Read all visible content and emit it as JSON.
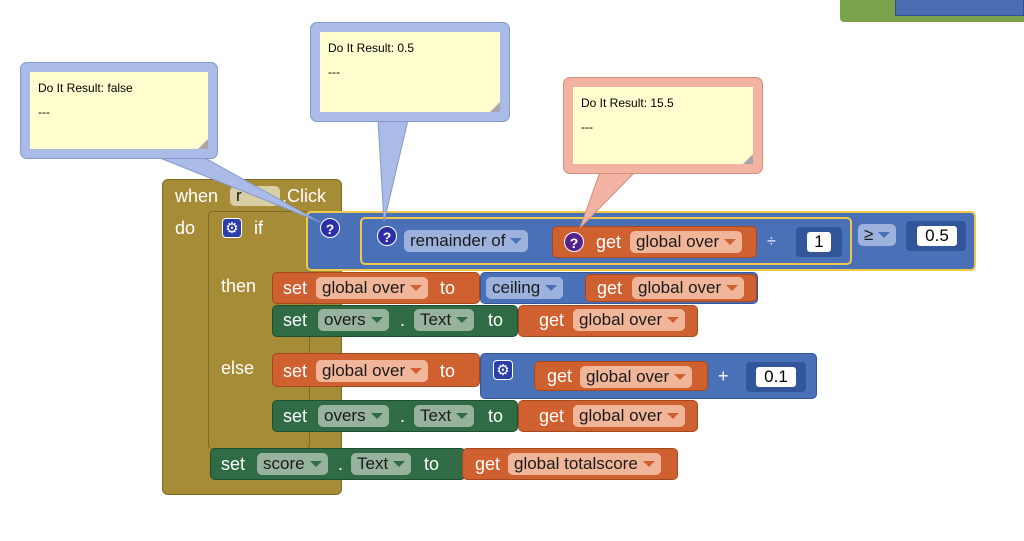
{
  "event": {
    "when_label": "when",
    "component": "r",
    "event_name": ".Click",
    "do_label": "do"
  },
  "if_block": {
    "if_label": "if",
    "then_label": "then",
    "else_label": "else"
  },
  "condition": {
    "remainder_dropdown": "remainder of",
    "get_label": "get",
    "variable": "global over",
    "divide_symbol": "÷",
    "divisor": "1",
    "compare_op": "≥",
    "compare_value": "0.5"
  },
  "then_statements": {
    "set1": {
      "set_label": "set",
      "variable": "global over",
      "to_label": "to",
      "math_dropdown": "ceiling",
      "get_label": "get",
      "get_variable": "global over"
    },
    "set2": {
      "set_label": "set",
      "component": "overs",
      "dot": ".",
      "property": "Text",
      "to_label": "to",
      "get_label": "get",
      "get_variable": "global over"
    }
  },
  "else_statements": {
    "set1": {
      "set_label": "set",
      "variable": "global over",
      "to_label": "to",
      "get_label": "get",
      "get_variable": "global over",
      "plus": "+",
      "addend": "0.1"
    },
    "set2": {
      "set_label": "set",
      "component": "overs",
      "dot": ".",
      "property": "Text",
      "to_label": "to",
      "get_label": "get",
      "get_variable": "global over"
    }
  },
  "final_statement": {
    "set_label": "set",
    "component": "score",
    "dot": ".",
    "property": "Text",
    "to_label": "to",
    "get_label": "get",
    "get_variable": "global totalscore"
  },
  "comments": {
    "false_result": {
      "title": "Do It Result: false",
      "body": "---"
    },
    "half_result": {
      "title": "Do It Result: 0.5",
      "body": "---"
    },
    "fifteen_result": {
      "title": "Do It Result: 15.5",
      "body": "---"
    }
  },
  "colors": {
    "control": "#a78c38",
    "variable": "#cf6030",
    "component": "#2f6b45",
    "math": "#4a71b8",
    "highlight": "#f0c84a",
    "comment": "#fffecf"
  }
}
